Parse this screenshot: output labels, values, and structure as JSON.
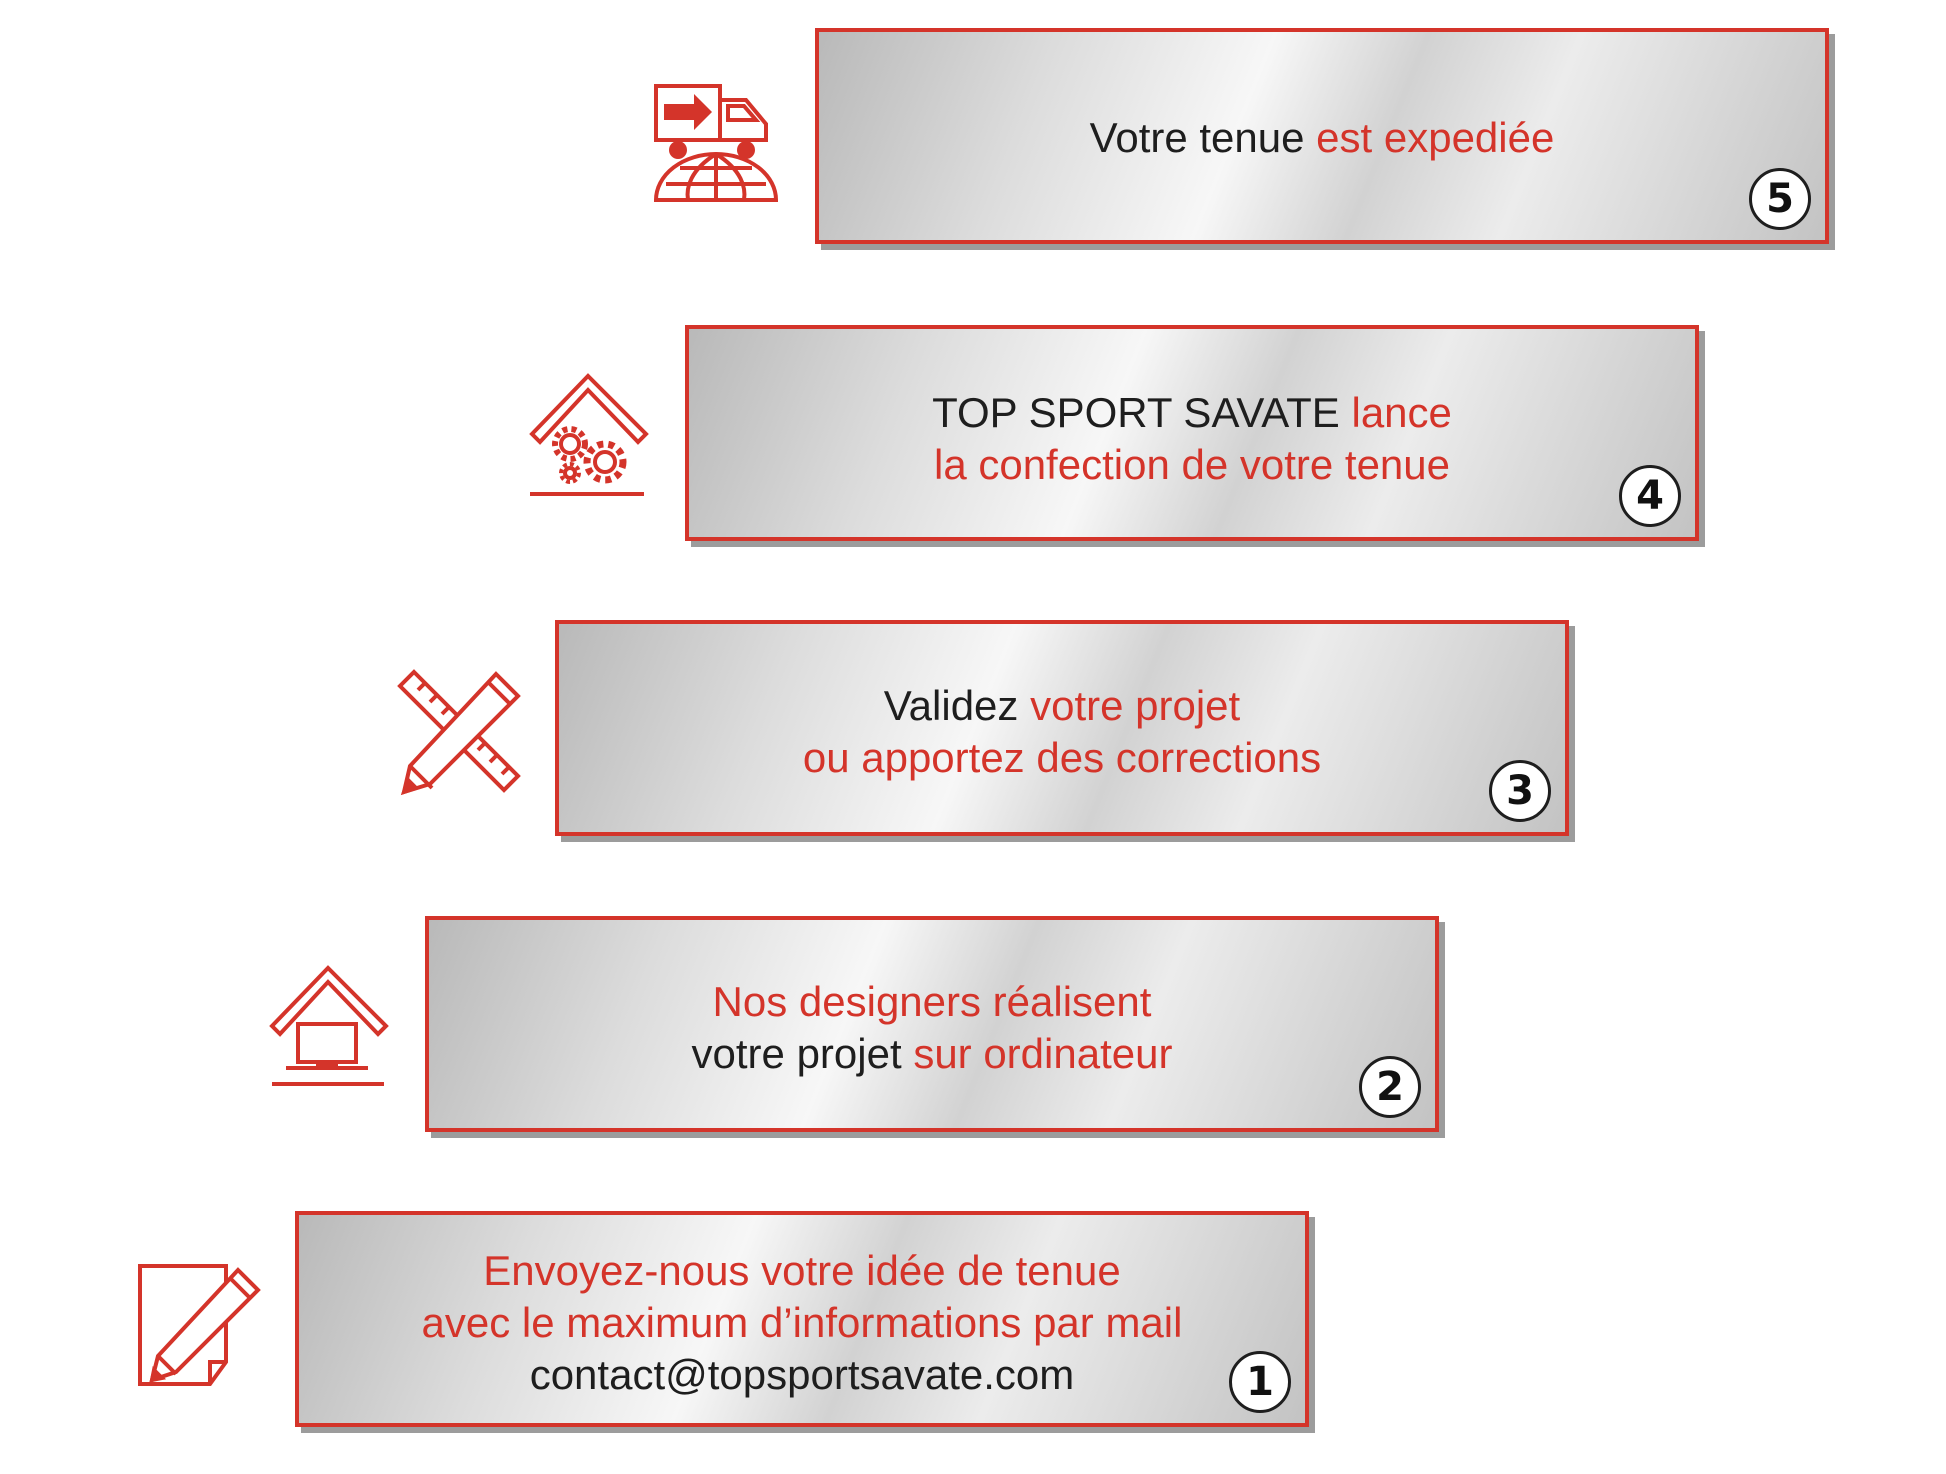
{
  "colors": {
    "accent": "#d4342a",
    "text": "#1e1e1e"
  },
  "steps": [
    {
      "number": "5",
      "icon": "delivery-truck-globe-icon",
      "lines": [
        [
          {
            "t": "Votre tenue ",
            "c": "dark"
          },
          {
            "t": "est expediée",
            "c": "red"
          }
        ]
      ]
    },
    {
      "number": "4",
      "icon": "factory-gears-icon",
      "lines": [
        [
          {
            "t": "TOP SPORT SAVATE ",
            "c": "dark"
          },
          {
            "t": "lance",
            "c": "red"
          }
        ],
        [
          {
            "t": "la confection de votre tenue",
            "c": "red"
          }
        ]
      ]
    },
    {
      "number": "3",
      "icon": "ruler-pencil-icon",
      "lines": [
        [
          {
            "t": "Validez ",
            "c": "dark"
          },
          {
            "t": "votre projet",
            "c": "red"
          }
        ],
        [
          {
            "t": "ou apportez des corrections",
            "c": "red"
          }
        ]
      ]
    },
    {
      "number": "2",
      "icon": "laptop-house-icon",
      "lines": [
        [
          {
            "t": "Nos designers réalisent",
            "c": "red"
          }
        ],
        [
          {
            "t": "votre projet ",
            "c": "dark"
          },
          {
            "t": "sur ordinateur",
            "c": "red"
          }
        ]
      ]
    },
    {
      "number": "1",
      "icon": "note-pencil-icon",
      "lines": [
        [
          {
            "t": "Envoyez-nous votre idée de tenue",
            "c": "red"
          }
        ],
        [
          {
            "t": "avec le maximum d’informations par mail",
            "c": "red"
          }
        ],
        [
          {
            "t": "contact@topsportsavate.com",
            "c": "dark"
          }
        ]
      ]
    }
  ]
}
